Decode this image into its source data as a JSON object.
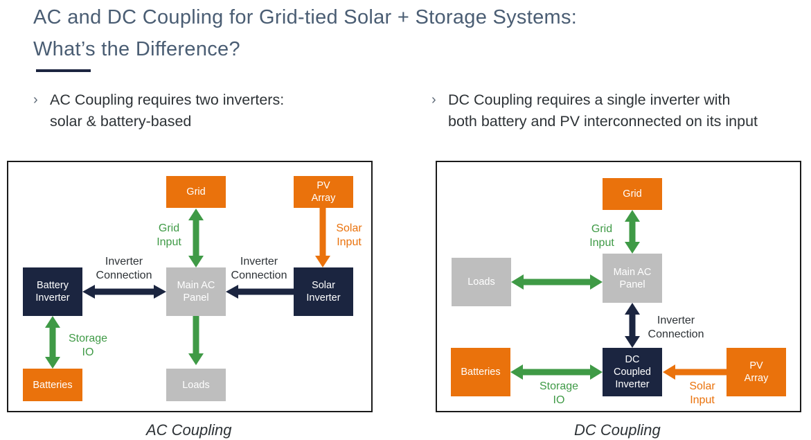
{
  "title": {
    "line1": "AC and DC Coupling for Grid-tied Solar + Storage Systems:",
    "line2": "What’s the Difference?"
  },
  "bullets": {
    "ac": {
      "marker": "›",
      "line1": "AC Coupling requires two inverters:",
      "line2": "solar & battery-based"
    },
    "dc": {
      "marker": "›",
      "line1": "DC Coupling requires a single inverter with",
      "line2": "both battery and PV interconnected on its input"
    }
  },
  "ac_diagram": {
    "caption": "AC Coupling",
    "nodes": {
      "grid": "Grid",
      "pv_l1": "PV",
      "pv_l2": "Array",
      "battery_inverter_l1": "Battery",
      "battery_inverter_l2": "Inverter",
      "main_panel_l1": "Main AC",
      "main_panel_l2": "Panel",
      "solar_inverter_l1": "Solar",
      "solar_inverter_l2": "Inverter",
      "batteries": "Batteries",
      "loads": "Loads"
    },
    "labels": {
      "grid_input_l1": "Grid",
      "grid_input_l2": "Input",
      "solar_input_l1": "Solar",
      "solar_input_l2": "Input",
      "inv_conn_left_l1": "Inverter",
      "inv_conn_left_l2": "Connection",
      "inv_conn_right_l1": "Inverter",
      "inv_conn_right_l2": "Connection",
      "storage_io_l1": "Storage",
      "storage_io_l2": "IO"
    }
  },
  "dc_diagram": {
    "caption": "DC Coupling",
    "nodes": {
      "grid": "Grid",
      "loads": "Loads",
      "main_panel_l1": "Main AC",
      "main_panel_l2": "Panel",
      "batteries": "Batteries",
      "dc_inverter_l1": "DC",
      "dc_inverter_l2": "Coupled",
      "dc_inverter_l3": "Inverter",
      "pv_l1": "PV",
      "pv_l2": "Array"
    },
    "labels": {
      "grid_input_l1": "Grid",
      "grid_input_l2": "Input",
      "inv_conn_l1": "Inverter",
      "inv_conn_l2": "Connection",
      "storage_io_l1": "Storage",
      "storage_io_l2": "IO",
      "solar_input_l1": "Solar",
      "solar_input_l2": "Input"
    }
  },
  "colors": {
    "orange": "#ea720c",
    "navy": "#1b2540",
    "gray": "#bebebe",
    "green": "#3f9a46",
    "title": "#4a5d73"
  }
}
